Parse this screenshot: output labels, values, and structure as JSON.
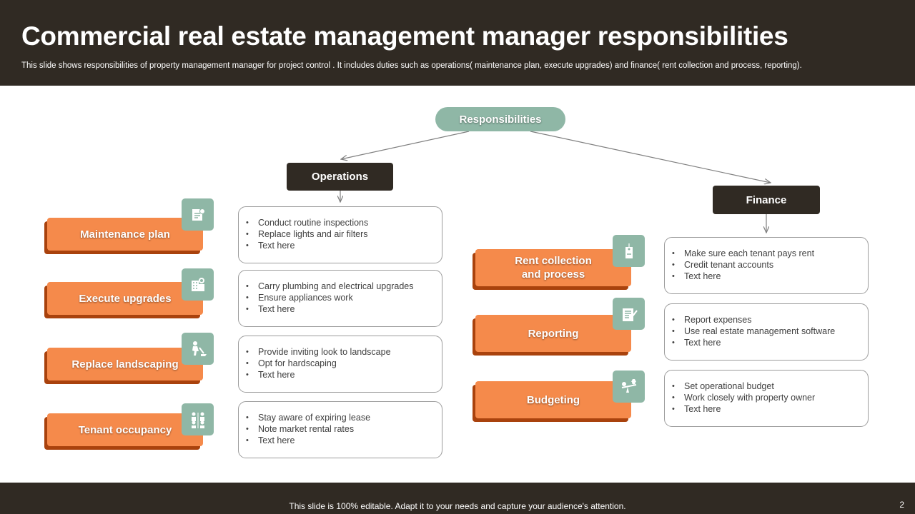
{
  "header": {
    "title": "Commercial real estate management manager responsibilities",
    "subtitle": "This slide shows responsibilities of property management manager for project control .  It includes duties such as operations( maintenance plan, execute upgrades) and finance( rent collection and process, reporting)."
  },
  "root": {
    "label": "Responsibilities"
  },
  "operations": {
    "label": "Operations",
    "items": [
      {
        "label": "Maintenance plan",
        "icon": "maintenance-icon",
        "bullets": [
          "Conduct routine inspections",
          "Replace lights and  air filters",
          "Text here"
        ]
      },
      {
        "label": "Execute upgrades",
        "icon": "building-upgrade-icon",
        "bullets": [
          "Carry plumbing and electrical upgrades",
          "Ensure appliances work",
          "Text here"
        ]
      },
      {
        "label": "Replace landscaping",
        "icon": "landscaping-worker-icon",
        "bullets": [
          "Provide  inviting look to landscape",
          "Opt for hardscaping",
          "Text here"
        ]
      },
      {
        "label": "Tenant occupancy",
        "icon": "tenants-icon",
        "bullets": [
          "Stay aware  of expiring lease",
          "Note market rental rates",
          "Text here"
        ]
      }
    ]
  },
  "finance": {
    "label": "Finance",
    "items": [
      {
        "label": "Rent collection and process",
        "icon": "rent-tag-icon",
        "bullets": [
          "Make sure each tenant pays rent",
          "Credit   tenant accounts",
          "Text here"
        ]
      },
      {
        "label": "Reporting",
        "icon": "report-document-icon",
        "bullets": [
          "Report expenses",
          "Use real estate management  software",
          "Text here"
        ]
      },
      {
        "label": "Budgeting",
        "icon": "budget-balance-icon",
        "bullets": [
          "Set operational  budget",
          "Work closely with property  owner",
          "Text here"
        ]
      }
    ]
  },
  "footer": {
    "text": "This slide is 100% editable. Adapt it to your needs and capture your audience's attention.",
    "page_number": "2"
  },
  "colors": {
    "dark": "#302a23",
    "orange": "#f58a4b",
    "orange_shadow": "#a9420d",
    "sage": "#8fb7a6"
  }
}
